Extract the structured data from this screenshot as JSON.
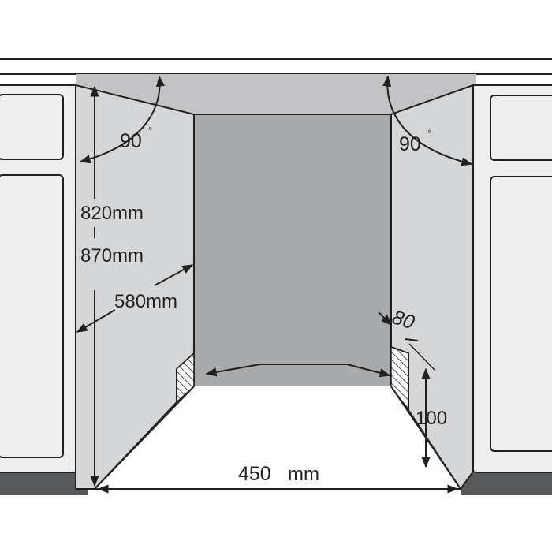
{
  "diagram": {
    "angle_left": "90",
    "angle_right": "90",
    "height_min": "820mm",
    "height_max": "870mm",
    "depth": "580mm",
    "width_num": "450",
    "width_unit": "mm",
    "notch_depth": "80",
    "notch_height": "100",
    "degree_symbol": "°"
  },
  "colors": {
    "line": "#231f20",
    "cabinet": "#eeeeef",
    "side_wall": "#d5d6d8",
    "ceiling": "#c3c3c5",
    "back_wall": "#a9aaac",
    "plinth": "#58595b"
  }
}
